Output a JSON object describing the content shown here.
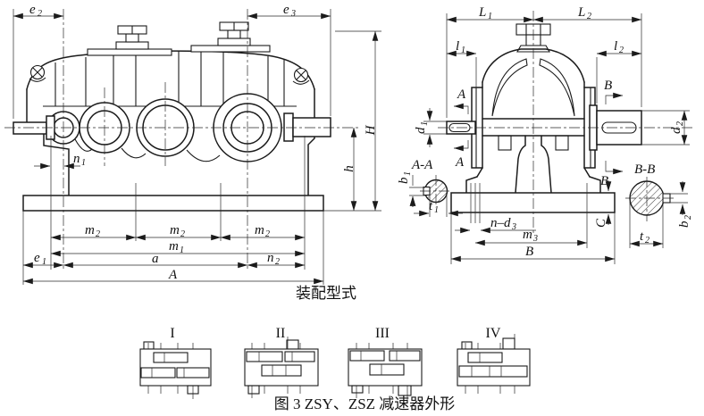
{
  "caption": "图 3 ZSY、ZSZ 减速器外形",
  "assembly": {
    "label": "装配型式",
    "types": {
      "t1": "I",
      "t2": "II",
      "t3": "III",
      "t4": "IV"
    }
  },
  "sv": {
    "e2": {
      "b": "e",
      "s": "2"
    },
    "e3": {
      "b": "e",
      "s": "3"
    },
    "H": {
      "b": "H",
      "s": ""
    },
    "h": {
      "b": "h",
      "s": ""
    },
    "n1": {
      "b": "n",
      "s": "1"
    },
    "m2": {
      "b": "m",
      "s": "2"
    },
    "m1": {
      "b": "m",
      "s": "1"
    },
    "e1": {
      "b": "e",
      "s": "1"
    },
    "a": {
      "b": "a",
      "s": ""
    },
    "n2": {
      "b": "n",
      "s": "2"
    },
    "A": {
      "b": "A",
      "s": ""
    }
  },
  "ev": {
    "L1": {
      "b": "L",
      "s": "1"
    },
    "L2": {
      "b": "L",
      "s": "2"
    },
    "l1": {
      "b": "l",
      "s": "1"
    },
    "l2": {
      "b": "l",
      "s": "2"
    },
    "d1": {
      "b": "d",
      "s": "1"
    },
    "d2": {
      "b": "d",
      "s": "2"
    },
    "b1": {
      "b": "b",
      "s": "1"
    },
    "t1": {
      "b": "t",
      "s": "1"
    },
    "b2": {
      "b": "b",
      "s": "2"
    },
    "t2": {
      "b": "t",
      "s": "2"
    },
    "nd3": {
      "b": "n–d",
      "s": "3"
    },
    "m3": {
      "b": "m",
      "s": "3"
    },
    "B": {
      "b": "B",
      "s": ""
    },
    "C": {
      "b": "C",
      "s": ""
    },
    "section_a": "A",
    "section_b": "B",
    "aa_title": "A-A",
    "bb_title": "B-B"
  }
}
